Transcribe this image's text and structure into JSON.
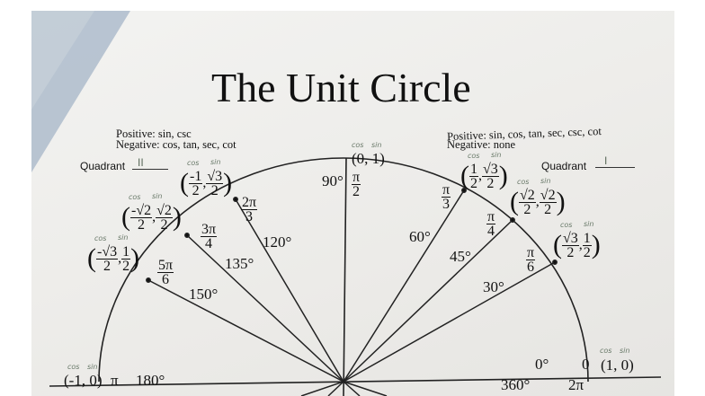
{
  "title": "The Unit Circle",
  "quadrant_ii": {
    "positive": "Positive: sin, csc",
    "negative": "Negative: cos, tan, sec, cot",
    "label": "Quadrant",
    "handwritten": "II"
  },
  "quadrant_i": {
    "positive": "Positive: sin, cos, tan, sec, csc, cot",
    "negative": "Negative: none",
    "label": "Quadrant",
    "handwritten": "I"
  },
  "hand_cos": "cos",
  "hand_sin": "sin",
  "axis_points": {
    "top": "(0, 1)",
    "left": "(-1, 0)",
    "right": "(1, 0)"
  },
  "points": [
    {
      "deg": "120°",
      "rad": [
        "2π",
        "3"
      ],
      "x": [
        "-1",
        "2"
      ],
      "y": [
        "√3",
        "2"
      ]
    },
    {
      "deg": "135°",
      "rad": [
        "3π",
        "4"
      ],
      "x": [
        "-√2",
        "2"
      ],
      "y": [
        "√2",
        "2"
      ]
    },
    {
      "deg": "150°",
      "rad": [
        "5π",
        "6"
      ],
      "x": [
        "-√3",
        "2"
      ],
      "y": [
        "1",
        "2"
      ]
    },
    {
      "deg": "60°",
      "rad": [
        "π",
        "3"
      ],
      "x": [
        "1",
        "2"
      ],
      "y": [
        "√3",
        "2"
      ]
    },
    {
      "deg": "45°",
      "rad": [
        "π",
        "4"
      ],
      "x": [
        "√2",
        "2"
      ],
      "y": [
        "√2",
        "2"
      ]
    },
    {
      "deg": "30°",
      "rad": [
        "π",
        "6"
      ],
      "x": [
        "√3",
        "2"
      ],
      "y": [
        "1",
        "2"
      ]
    }
  ],
  "deg90": "90°",
  "rad90": [
    "π",
    "2"
  ],
  "deg180": "180°",
  "rad180": "π",
  "deg0": "0°",
  "rad0": "0",
  "deg360": "360°",
  "rad360": "2π"
}
